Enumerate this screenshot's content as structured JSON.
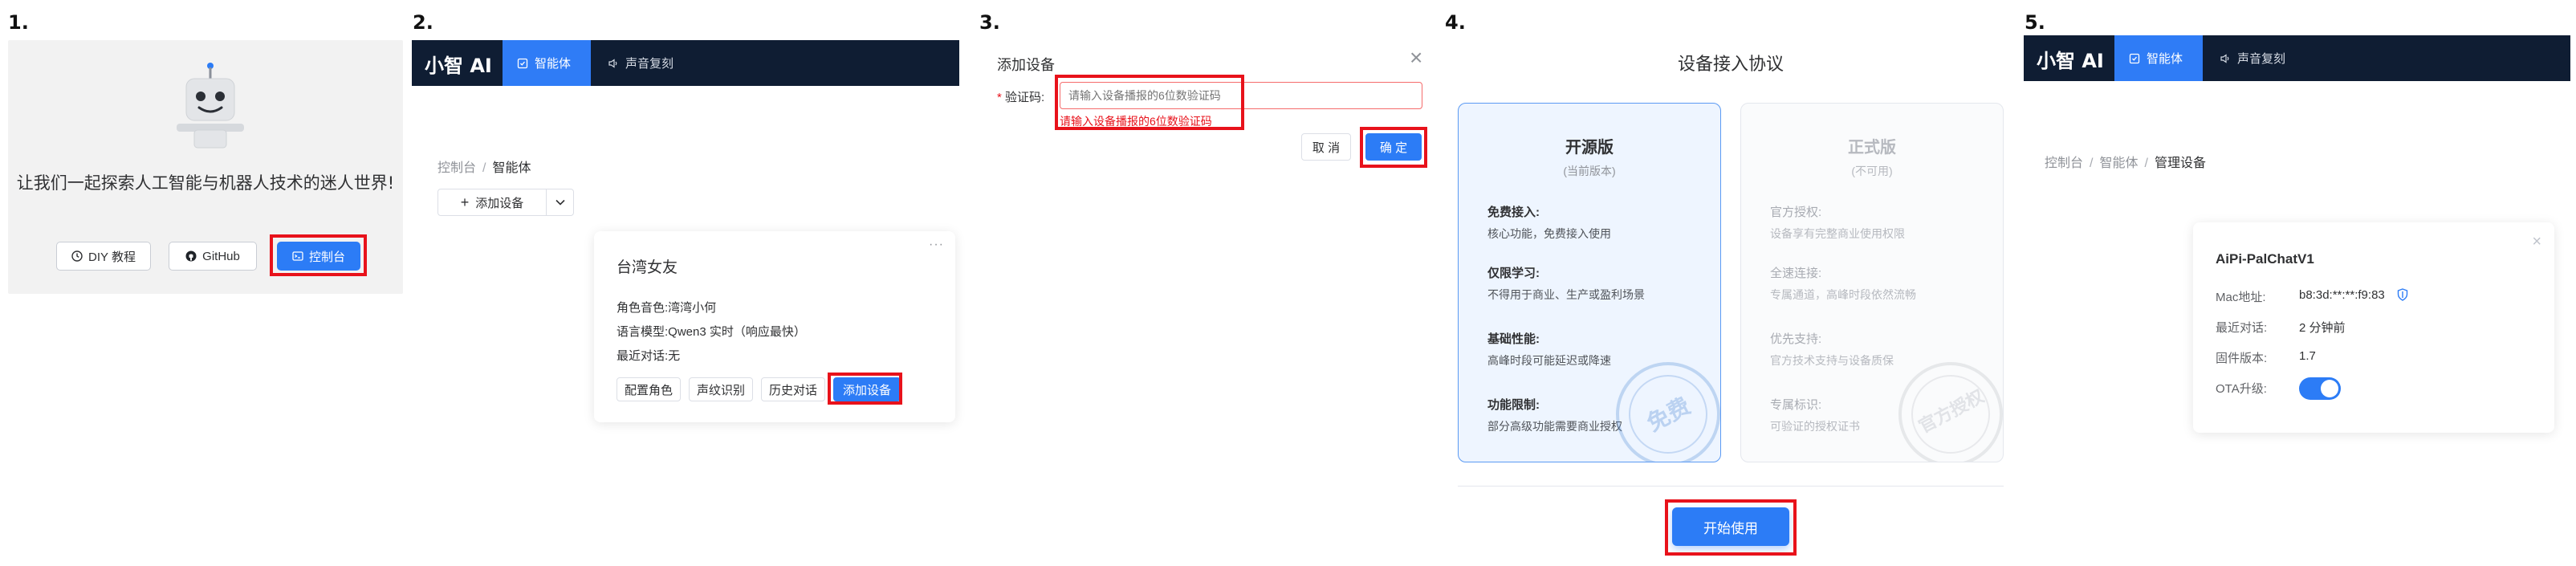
{
  "steps": [
    "1.",
    "2.",
    "3.",
    "4.",
    "5."
  ],
  "panel1": {
    "intro": "让我们一起探索人工智能与机器人技术的迷人世界!",
    "buttons": {
      "diy": "DIY 教程",
      "github": "GitHub",
      "console": "控制台"
    }
  },
  "header": {
    "brand": "小智 AI",
    "tab_agent": "智能体",
    "tab_voice": "声音复刻"
  },
  "panel2": {
    "breadcrumb": [
      "控制台",
      "智能体"
    ],
    "add_device": "添加设备",
    "agent": {
      "name": "台湾女友",
      "more": "···",
      "voice_label": "角色音色:",
      "voice_value": "湾湾小何",
      "model_label": "语言模型:",
      "model_value": "Qwen3 实时（响应最快）",
      "recent_label": "最近对话:",
      "recent_value": "无",
      "actions": [
        "配置角色",
        "声纹识别",
        "历史对话",
        "添加设备"
      ]
    }
  },
  "panel3": {
    "title": "添加设备",
    "close": "×",
    "field_label": "验证码:",
    "required_mark": "*",
    "placeholder": "请输入设备播报的6位数验证码",
    "error": "请输入设备播报的6位数验证码",
    "cancel": "取 消",
    "confirm": "确 定"
  },
  "panel4": {
    "title": "设备接入协议",
    "open": {
      "title": "开源版",
      "sub": "(当前版本)",
      "items": [
        {
          "h": "免费接入:",
          "d": "核心功能，免费接入使用"
        },
        {
          "h": "仅限学习:",
          "d": "不得用于商业、生产或盈利场景"
        },
        {
          "h": "基础性能:",
          "d": "高峰时段可能延迟或降速"
        },
        {
          "h": "功能限制:",
          "d": "部分高级功能需要商业授权"
        }
      ],
      "stamp": "免费"
    },
    "official": {
      "title": "正式版",
      "sub": "(不可用)",
      "items": [
        {
          "h": "官方授权:",
          "d": "设备享有完整商业使用权限"
        },
        {
          "h": "全速连接:",
          "d": "专属通道，高峰时段依然流畅"
        },
        {
          "h": "优先支持:",
          "d": "官方技术支持与设备质保"
        },
        {
          "h": "专属标识:",
          "d": "可验证的授权证书"
        }
      ],
      "stamp": "官方授权"
    },
    "start": "开始使用"
  },
  "panel5": {
    "breadcrumb": [
      "控制台",
      "智能体",
      "管理设备"
    ],
    "device": {
      "name": "AiPi-PalChatV1",
      "close": "×",
      "mac_label": "Mac地址:",
      "mac_value": "b8:3d:**:**:f9:83",
      "recent_label": "最近对话:",
      "recent_value": "2 分钟前",
      "firmware_label": "固件版本:",
      "firmware_value": "1.7",
      "ota_label": "OTA升级:",
      "ota_on": true
    }
  },
  "colors": {
    "primary": "#2c7cf6",
    "highlight": "#e8121b",
    "header": "#0f1d33"
  }
}
